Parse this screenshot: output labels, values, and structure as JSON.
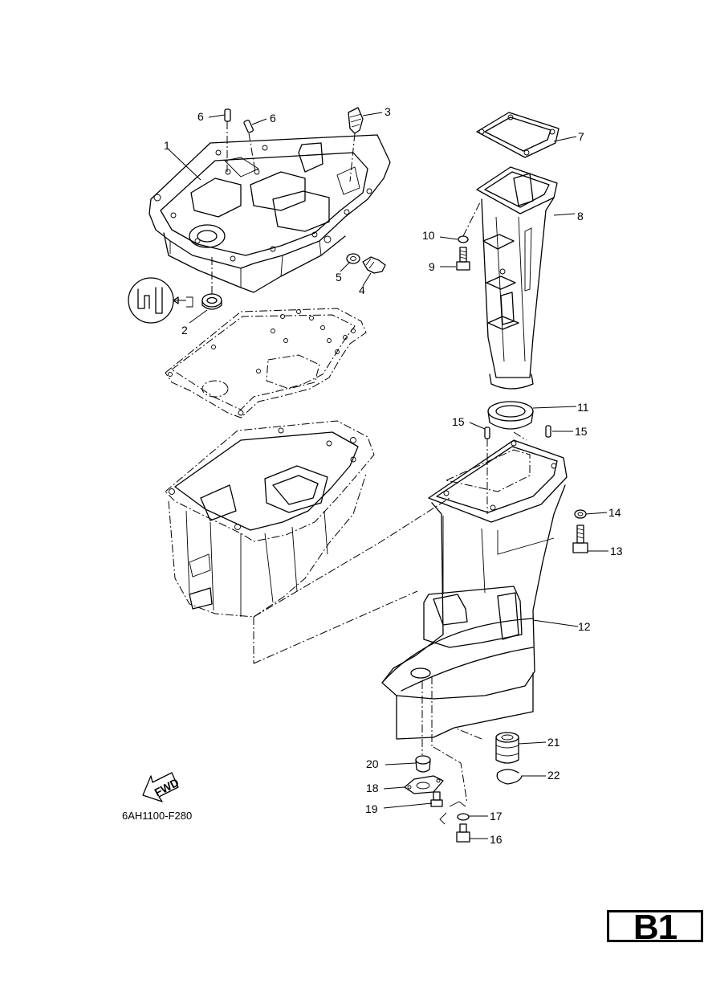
{
  "diagram": {
    "drawing_code": "6AH1100-F280",
    "section_label": "B1",
    "fwd_label": "FWD",
    "callouts": [
      {
        "id": "c1",
        "label": "1"
      },
      {
        "id": "c2",
        "label": "2"
      },
      {
        "id": "c3",
        "label": "3"
      },
      {
        "id": "c4",
        "label": "4"
      },
      {
        "id": "c5",
        "label": "5"
      },
      {
        "id": "c6a",
        "label": "6"
      },
      {
        "id": "c6b",
        "label": "6"
      },
      {
        "id": "c7",
        "label": "7"
      },
      {
        "id": "c8",
        "label": "8"
      },
      {
        "id": "c9",
        "label": "9"
      },
      {
        "id": "c10",
        "label": "10"
      },
      {
        "id": "c11",
        "label": "11"
      },
      {
        "id": "c12",
        "label": "12"
      },
      {
        "id": "c13",
        "label": "13"
      },
      {
        "id": "c14",
        "label": "14"
      },
      {
        "id": "c15a",
        "label": "15"
      },
      {
        "id": "c15b",
        "label": "15"
      },
      {
        "id": "c16",
        "label": "16"
      },
      {
        "id": "c17",
        "label": "17"
      },
      {
        "id": "c18",
        "label": "18"
      },
      {
        "id": "c19",
        "label": "19"
      },
      {
        "id": "c20",
        "label": "20"
      },
      {
        "id": "c21",
        "label": "21"
      },
      {
        "id": "c22",
        "label": "22"
      }
    ]
  }
}
